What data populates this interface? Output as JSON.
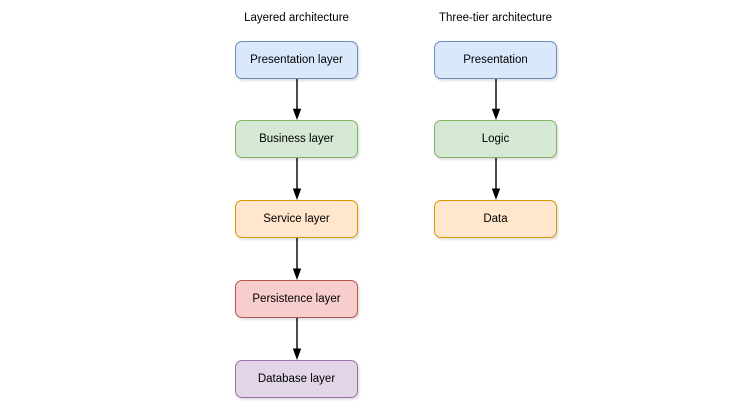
{
  "canvas": {
    "background": "#ffffff",
    "arrow_color": "#000000",
    "text_color": "#000000"
  },
  "diagrams": [
    {
      "title": "Layered architecture",
      "nodes": [
        {
          "label": "Presentation layer",
          "fill": "#dae8fc",
          "stroke": "#6c8ebf"
        },
        {
          "label": "Business layer",
          "fill": "#d5e8d4",
          "stroke": "#82b366"
        },
        {
          "label": "Service layer",
          "fill": "#ffe6cc",
          "stroke": "#d79b00"
        },
        {
          "label": "Persistence layer",
          "fill": "#f8cecc",
          "stroke": "#b85450"
        },
        {
          "label": "Database layer",
          "fill": "#e1d5e7",
          "stroke": "#9673a6"
        }
      ]
    },
    {
      "title": "Three-tier architecture",
      "nodes": [
        {
          "label": "Presentation",
          "fill": "#dae8fc",
          "stroke": "#6c8ebf"
        },
        {
          "label": "Logic",
          "fill": "#d5e8d4",
          "stroke": "#82b366"
        },
        {
          "label": "Data",
          "fill": "#ffe6cc",
          "stroke": "#d79b00"
        }
      ]
    }
  ]
}
